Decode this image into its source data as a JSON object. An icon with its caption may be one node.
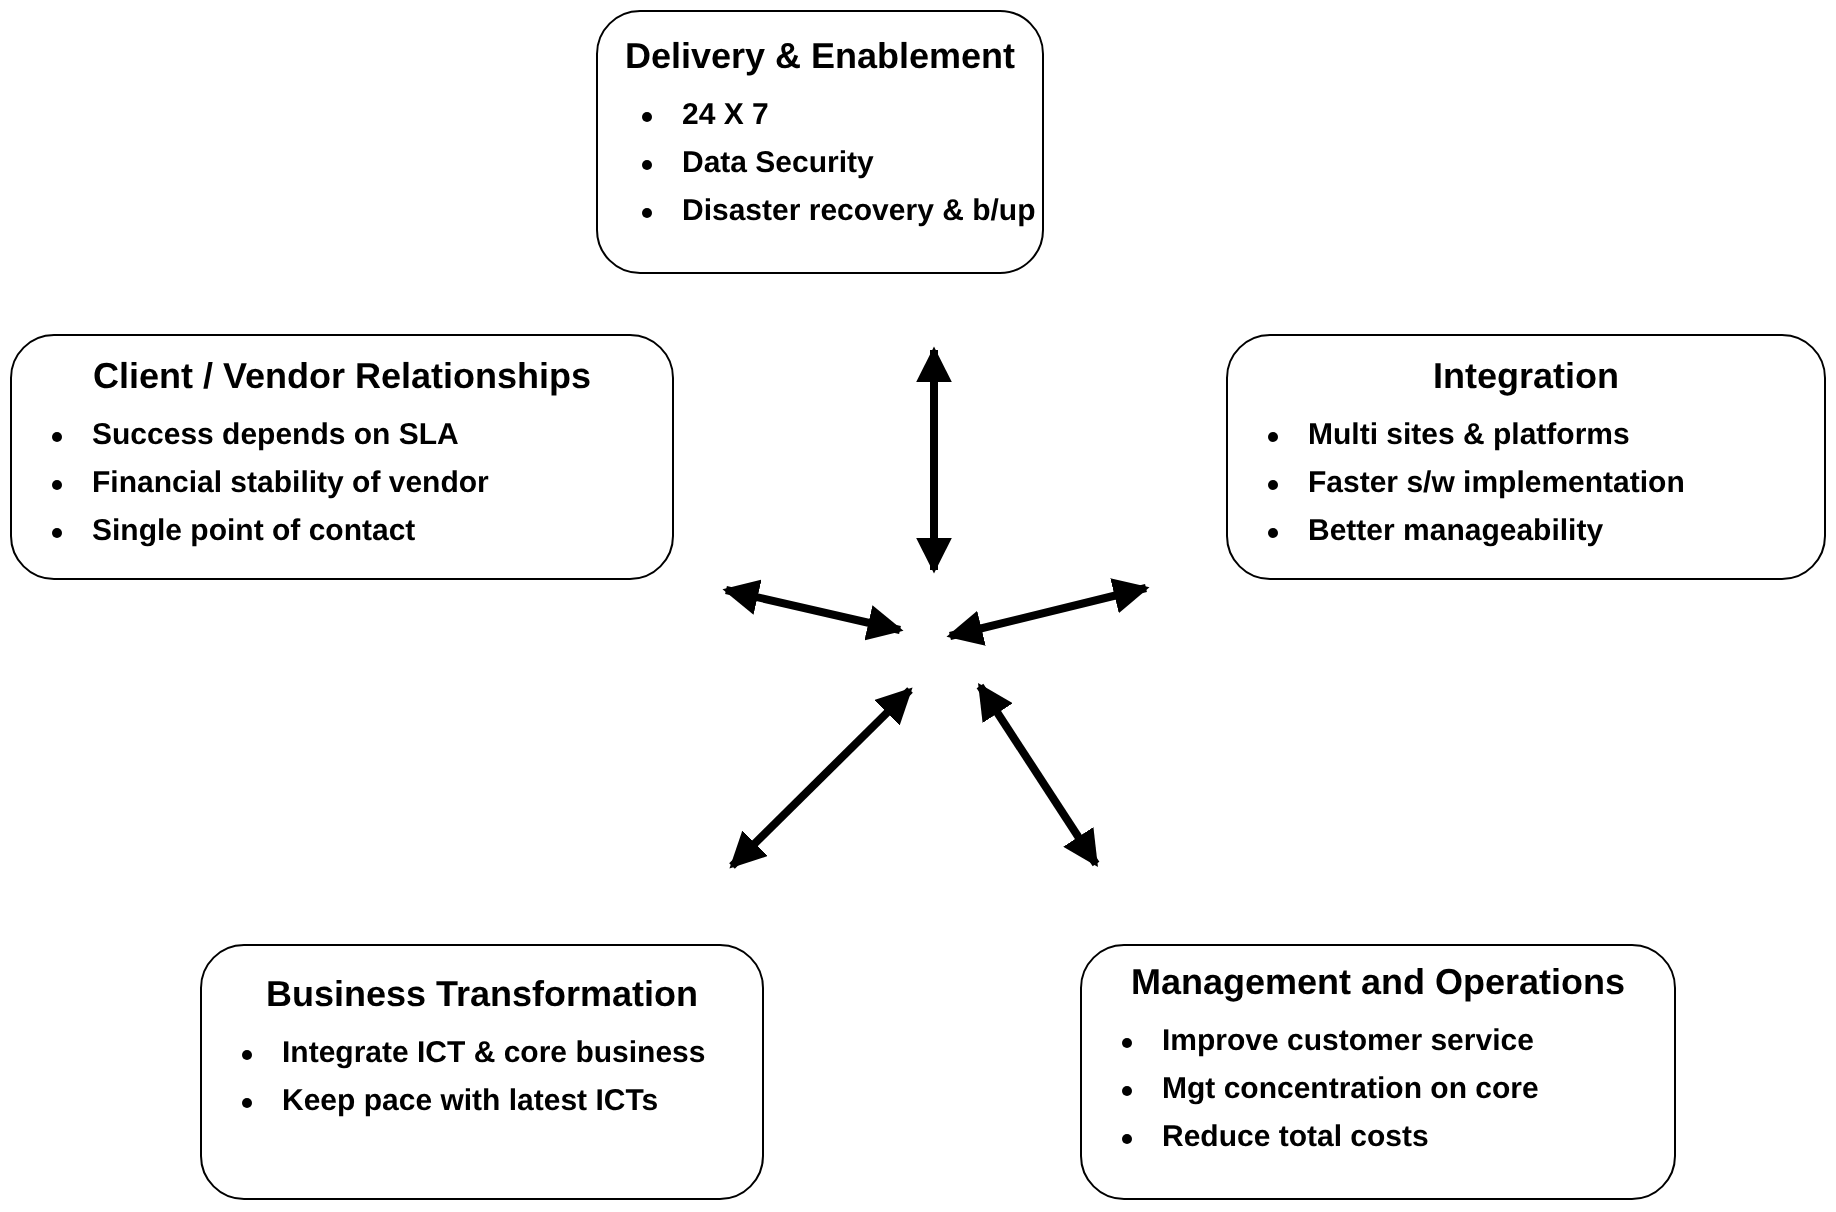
{
  "diagram": {
    "nodes": [
      {
        "text": [
          "Delivery & Enablement",
          "24 X 7",
          "Data Security",
          "Disaster recovery & b/up"
        ]
      },
      {
        "text": [
          "Client / Vendor Relationships",
          "Success depends on SLA",
          "Financial stability of vendor",
          "Single point of contact"
        ]
      },
      {
        "text": [
          "Integration",
          "Multi sites & platforms",
          "Faster s/w implementation",
          "Better manageability"
        ]
      },
      {
        "text": [
          "Business Transformation",
          "Integrate ICT & core business",
          "Keep pace with latest ICTs"
        ]
      },
      {
        "text": [
          "Management and Operations",
          "Improve customer service",
          "Mgt concentration on core",
          "Reduce total costs"
        ]
      }
    ],
    "edges": [
      {
        "from": null,
        "to": 0,
        "arrow": "both"
      },
      {
        "from": null,
        "to": 1,
        "arrow": "both"
      },
      {
        "from": null,
        "to": 2,
        "arrow": "both"
      },
      {
        "from": null,
        "to": 3,
        "arrow": "both"
      },
      {
        "from": null,
        "to": 4,
        "arrow": "both"
      }
    ]
  }
}
